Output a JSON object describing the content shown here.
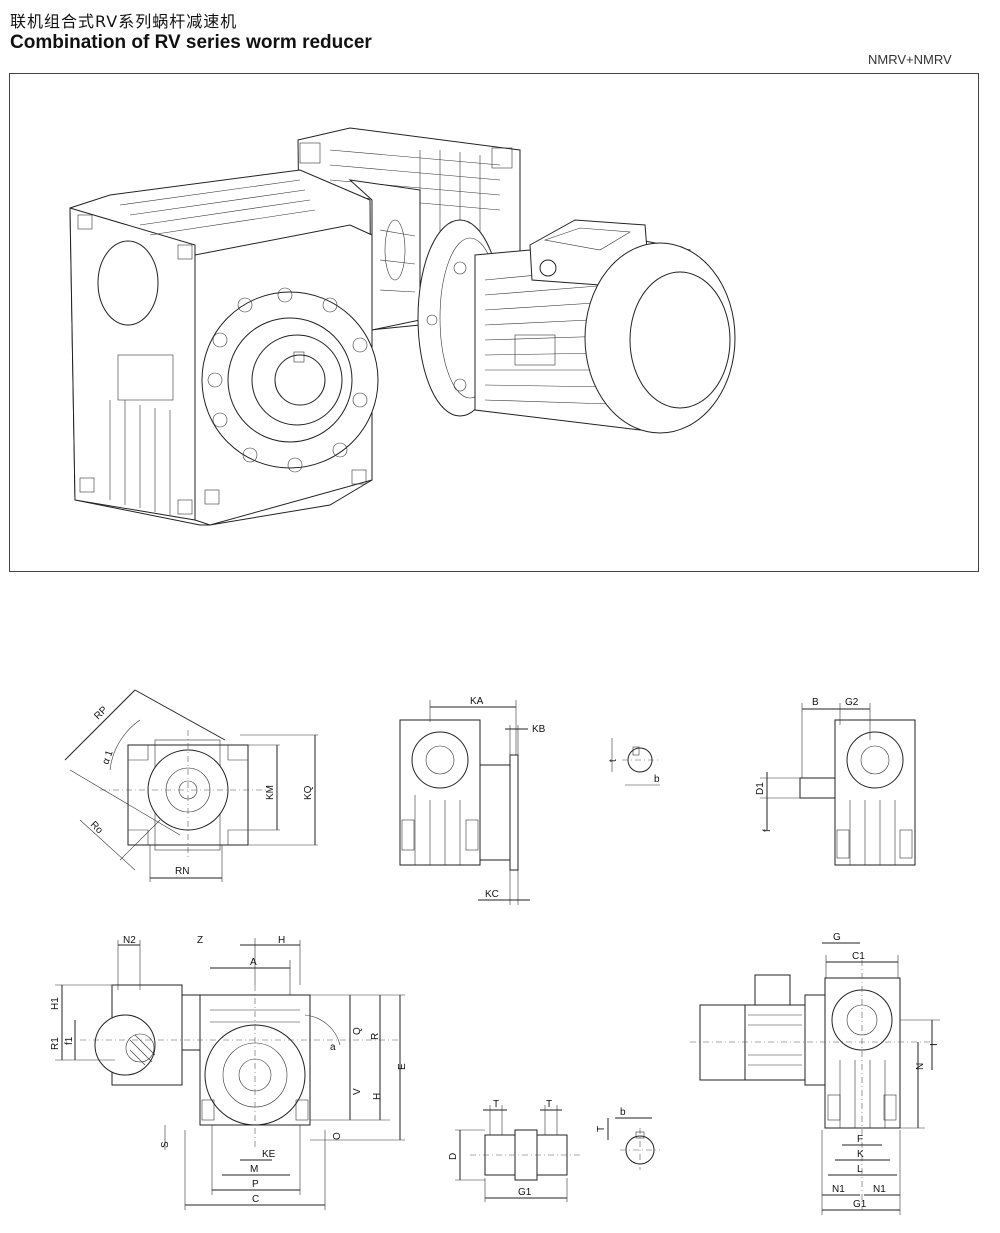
{
  "header": {
    "title_cn": "联机组合式RV系列蜗杆减速机",
    "title_en": "Combination of RV series worm reducer",
    "model_code": "NMRV+NMRV"
  },
  "labels": {
    "rp": "RP",
    "alpha1": "α 1",
    "ro": "Ro",
    "rn": "RN",
    "km": "KM",
    "kq": "KQ",
    "ka": "KA",
    "kb": "KB",
    "kc": "KC",
    "t_key": "t",
    "b_key": "b",
    "b": "B",
    "g2": "G2",
    "d1": "D1",
    "f": "f",
    "n2": "N2",
    "z": "Z",
    "h_top": "H",
    "a_top": "A",
    "h1": "H1",
    "r1": "R1",
    "f1": "f1",
    "a_angle": "a",
    "q": "Q",
    "r": "R",
    "e": "E",
    "v": "V",
    "h": "H",
    "o": "O",
    "s": "S",
    "ke": "KE",
    "m": "M",
    "p": "P",
    "c": "C",
    "t1": "T",
    "t2": "T",
    "d": "D",
    "g1_mid": "G1",
    "b_small": "b",
    "t_small": "T",
    "g": "G",
    "c1": "C1",
    "i": "I",
    "n": "N",
    "f_right": "F",
    "k": "K",
    "l": "L",
    "n1a": "N1",
    "n1b": "N1",
    "g1_right": "G1"
  }
}
